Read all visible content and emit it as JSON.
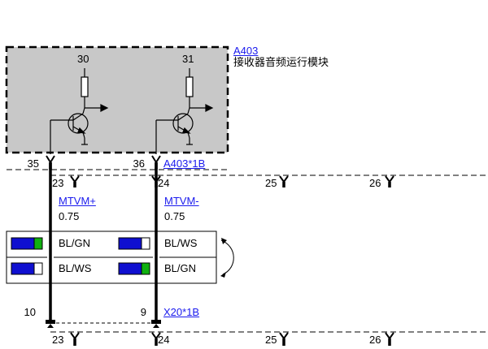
{
  "module": {
    "ref": "A403",
    "name": "接收器音频运行模块",
    "pin_top_left": "30",
    "pin_top_right": "31",
    "pin_left": "35",
    "pin_right": "36",
    "connector": "A403*1B"
  },
  "upper_connector": {
    "pins": [
      "23",
      "24",
      "25",
      "26"
    ]
  },
  "wires": [
    {
      "name": "MTVM+",
      "size": "0.75"
    },
    {
      "name": "MTVM-",
      "size": "0.75"
    }
  ],
  "legend": {
    "rows": [
      {
        "left": "BL/GN",
        "right": "BL/WS"
      },
      {
        "left": "BL/WS",
        "right": "BL/GN"
      }
    ],
    "colors": {
      "blue": "#1010d0",
      "green": "#10b010",
      "white": "#ffffff"
    }
  },
  "lower_connector": {
    "pin_left": "10",
    "pin_right": "9",
    "connector": "X20*1B",
    "pins": [
      "23",
      "24",
      "25",
      "26"
    ]
  },
  "colors": {
    "link": "#1a1aee",
    "module_fill": "#c8c8c8"
  }
}
